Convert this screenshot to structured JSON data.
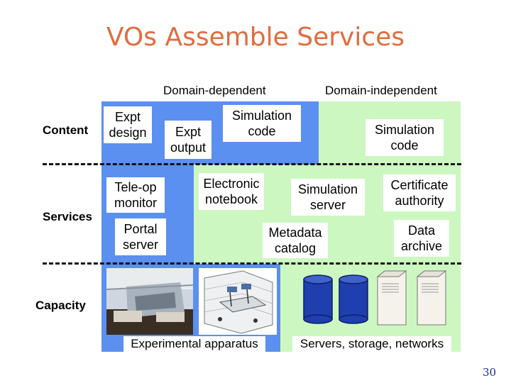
{
  "slide": {
    "title": "VOs Assemble Services",
    "page_number": "30"
  },
  "columns": {
    "domain_dependent": "Domain-dependent",
    "domain_independent": "Domain-independent"
  },
  "rows": {
    "content": "Content",
    "services": "Services",
    "capacity": "Capacity"
  },
  "boxes": {
    "expt_design": "Expt\ndesign",
    "expt_output": "Expt\noutput",
    "simulation_code_dep": "Simulation\ncode",
    "simulation_code_indep": "Simulation\ncode",
    "teleop_monitor": "Tele-op\nmonitor",
    "portal_server": "Portal\nserver",
    "electronic_notebook": "Electronic\nnotebook",
    "simulation_server": "Simulation\nserver",
    "certificate_authority": "Certificate\nauthority",
    "metadata_catalog": "Metadata\ncatalog",
    "data_archive": "Data\narchive"
  },
  "captions": {
    "experimental_apparatus": "Experimental apparatus",
    "servers_storage_networks": "Servers, storage, networks"
  },
  "colors": {
    "blue": "#5b8ff0",
    "green": "#cdf7c0",
    "title": "#e06d40"
  }
}
